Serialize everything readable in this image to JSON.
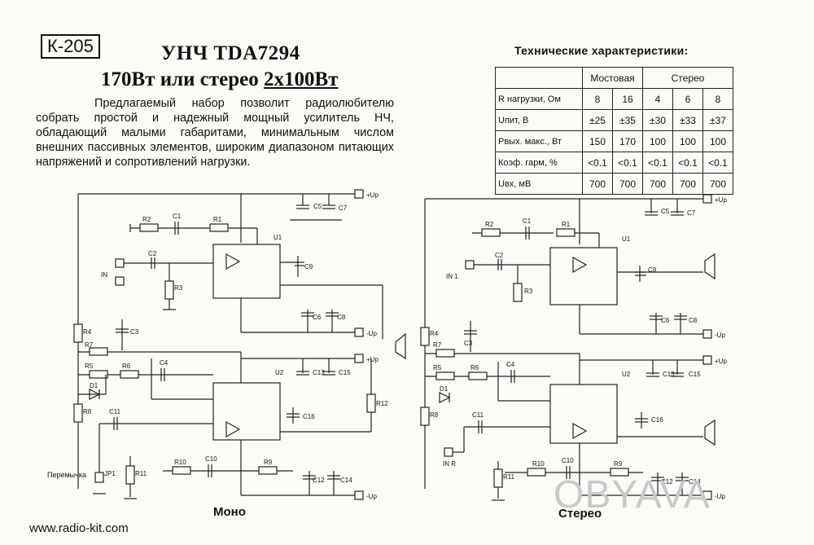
{
  "header": {
    "code": "К-205",
    "title_line1": "УНЧ TDA7294",
    "title_line2_a": "170Вт или стерео ",
    "title_line2_b": "2х100Вт"
  },
  "description": "Предлагаемый набор позволит радиолюбителю собрать простой и надежный мощный усилитель НЧ, обладающий малыми габаритами, минимальным числом внешних пассивных элементов, широким диапазоном питающих напряжений и сопротивлений нагрузки.",
  "specs": {
    "title": "Технические характеристики:",
    "group_bridge": "Мостовая",
    "group_stereo": "Стерео",
    "rows": [
      {
        "label": "R нагрузки, Ом",
        "values": [
          "8",
          "16",
          "4",
          "6",
          "8"
        ]
      },
      {
        "label": "Uпит, В",
        "values": [
          "±25",
          "±35",
          "±30",
          "±33",
          "±37"
        ]
      },
      {
        "label": "Рвых. макс., Вт",
        "values": [
          "150",
          "170",
          "100",
          "100",
          "100"
        ]
      },
      {
        "label": "Коэф. гарм, %",
        "values": [
          "<0.1",
          "<0.1",
          "<0.1",
          "<0.1",
          "<0.1"
        ]
      },
      {
        "label": "Uвх, мВ",
        "values": [
          "700",
          "700",
          "700",
          "700",
          "700"
        ]
      }
    ]
  },
  "schematic": {
    "mono_label": "Моно",
    "stereo_label": "Стерео",
    "jumper_label": "Перемычка",
    "mono_in_label": "IN",
    "stereo_in1_label": "IN 1",
    "stereo_in2_label": "IN R",
    "vplus": "+Up",
    "vminus": "-Up",
    "u1": "U1",
    "u2": "U2",
    "parts_mono": [
      "R2",
      "C1",
      "R1",
      "C2",
      "R3",
      "C5",
      "C7",
      "C9",
      "C6",
      "C8",
      "R4",
      "C3",
      "R7",
      "R5",
      "R6",
      "C4",
      "D1",
      "R8",
      "C11",
      "C13",
      "C15",
      "C16",
      "R12",
      "R10",
      "C10",
      "R9",
      "C12",
      "C14",
      "R11",
      "JP1"
    ],
    "parts_stereo": [
      "R2",
      "C1",
      "R1",
      "C2",
      "R3",
      "C5",
      "C7",
      "C9",
      "C6",
      "C8",
      "R4",
      "C3",
      "R7",
      "R5",
      "R6",
      "C4",
      "D1",
      "R8",
      "C11",
      "C13",
      "C15",
      "C16",
      "R10",
      "C10",
      "R9",
      "C12",
      "C14",
      "R11"
    ]
  },
  "footer": {
    "website": "www.radio-kit.com",
    "watermark": "OBYAVA"
  }
}
